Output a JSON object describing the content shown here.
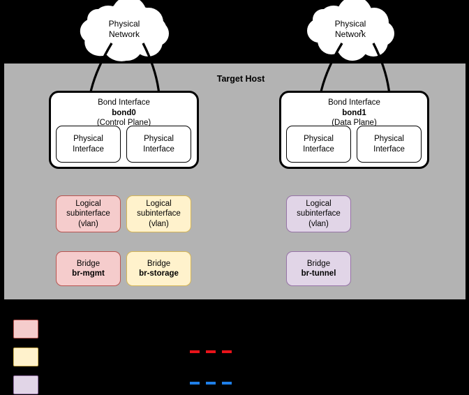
{
  "diagram": {
    "title": "Target Host",
    "background_color": "#000000",
    "host_panel_color": "#b3b3b3"
  },
  "clouds": [
    {
      "name": "cloud-left",
      "line1": "Physical",
      "line2": "Network"
    },
    {
      "name": "cloud-right",
      "line1": "Physical",
      "line2": "Network"
    }
  ],
  "bonds": [
    {
      "title": "Bond Interface",
      "name": "bond0",
      "plane": "(Control Plane)",
      "interfaces": [
        {
          "line1": "Physical",
          "line2": "Interface"
        },
        {
          "line1": "Physical",
          "line2": "Interface"
        }
      ]
    },
    {
      "title": "Bond Interface",
      "name": "bond1",
      "plane": "(Data Plane)",
      "interfaces": [
        {
          "line1": "Physical",
          "line2": "Interface"
        },
        {
          "line1": "Physical",
          "line2": "Interface"
        }
      ]
    }
  ],
  "subinterfaces": [
    {
      "line1": "Logical",
      "line2": "subinterface",
      "line3": "(vlan)",
      "color": "#f5cccc",
      "border": "#b85450"
    },
    {
      "line1": "Logical",
      "line2": "subinterface",
      "line3": "(vlan)",
      "color": "#fff2cc",
      "border": "#d6b656"
    },
    {
      "line1": "Logical",
      "line2": "subinterface",
      "line3": "(vlan)",
      "color": "#e1d5e7",
      "border": "#9673a6"
    }
  ],
  "bridges": [
    {
      "label": "Bridge",
      "name": "br-mgmt",
      "color": "#f5cccc",
      "border": "#b85450"
    },
    {
      "label": "Bridge",
      "name": "br-storage",
      "color": "#fff2cc",
      "border": "#d6b656"
    },
    {
      "label": "Bridge",
      "name": "br-tunnel",
      "color": "#e1d5e7",
      "border": "#9673a6"
    }
  ],
  "legend": {
    "swatches": [
      {
        "color": "#f5cccc",
        "border": "#b85450",
        "label": ""
      },
      {
        "color": "#fff2cc",
        "border": "#d6b656",
        "label": ""
      },
      {
        "color": "#e1d5e7",
        "border": "#9673a6",
        "label": ""
      }
    ],
    "lines": [
      {
        "color": "#e8131a",
        "style": "dashed",
        "label": ""
      },
      {
        "color": "#1f7fe8",
        "style": "dashed",
        "label": ""
      }
    ]
  }
}
